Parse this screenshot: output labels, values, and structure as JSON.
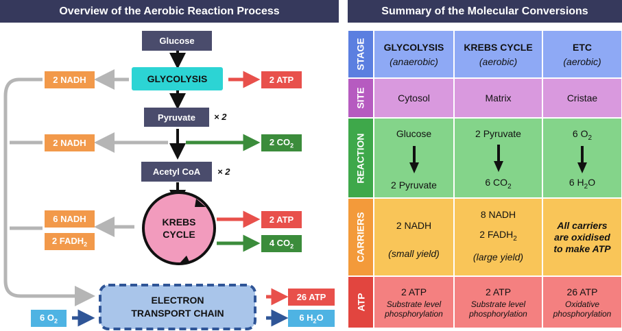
{
  "left_panel": {
    "title": "Overview of the Aerobic Reaction Process",
    "glucose": "Glucose",
    "glycolysis": "GLYCOLYSIS",
    "pyruvate": "Pyruvate",
    "pyruvate_mult": "× 2",
    "acetyl_coa": "Acetyl CoA",
    "acetyl_mult": "× 2",
    "krebs_line1": "KREBS",
    "krebs_line2": "CYCLE",
    "etc_line1": "ELECTRON",
    "etc_line2": "TRANSPORT CHAIN",
    "nadh_glycolysis": "2 NADH",
    "atp_glycolysis": "2 ATP",
    "nadh_link": "2 NADH",
    "co2_link": "2 CO",
    "co2_link_sub": "2",
    "nadh_krebs": "6 NADH",
    "fadh_krebs": "2 FADH",
    "fadh_krebs_sub": "2",
    "atp_krebs": "2 ATP",
    "co2_krebs": "4 CO",
    "co2_krebs_sub": "2",
    "atp_etc": "26 ATP",
    "o2_in": "6 O",
    "o2_in_sub": "2",
    "h2o_out_pre": "6 H",
    "h2o_out_sub": "2",
    "h2o_out_post": "O"
  },
  "right_panel": {
    "title": "Summary of the Molecular Conversions",
    "rows": {
      "stage": "STAGE",
      "site": "SITE",
      "reaction": "REACTION",
      "carriers": "CARRIERS",
      "atp": "ATP"
    },
    "colors": {
      "stage": "#8ea9f5",
      "site": "#d999de",
      "reaction": "#84d48a",
      "carriers": "#f9c558",
      "atp": "#f48080",
      "stage_hdr": "#5b7fe0",
      "site_hdr": "#b65bc0",
      "reaction_hdr": "#3ea84a",
      "carriers_hdr": "#f39a3a",
      "atp_hdr": "#e2453f"
    },
    "glycolysis": {
      "stage": "GLYCOLYSIS",
      "stage_note": "(anaerobic)",
      "site": "Cytosol",
      "reaction_from": "Glucose",
      "reaction_to": "2 Pyruvate",
      "carriers": "2 NADH",
      "carriers_note": "(small yield)",
      "atp": "2 ATP",
      "atp_note_1": "Substrate level",
      "atp_note_2": "phosphorylation"
    },
    "krebs": {
      "stage": "KREBS CYCLE",
      "stage_note": "(aerobic)",
      "site": "Matrix",
      "reaction_from": "2 Pyruvate",
      "reaction_to_pre": "6 CO",
      "reaction_to_sub": "2",
      "carriers_1": "8 NADH",
      "carriers_2": "2 FADH",
      "carriers_2_sub": "2",
      "carriers_note": "(large yield)",
      "atp": "2 ATP",
      "atp_note_1": "Substrate level",
      "atp_note_2": "phosphorylation"
    },
    "etc": {
      "stage": "ETC",
      "stage_note": "(aerobic)",
      "site": "Cristae",
      "reaction_from_pre": "6 O",
      "reaction_from_sub": "2",
      "reaction_to_pre": "6 H",
      "reaction_to_sub": "2",
      "reaction_to_post": "O",
      "carriers_1": "All carriers",
      "carriers_2": "are oxidised",
      "carriers_3": "to make ATP",
      "atp": "26 ATP",
      "atp_note_1": "Oxidative",
      "atp_note_2": "phosphorylation"
    }
  }
}
